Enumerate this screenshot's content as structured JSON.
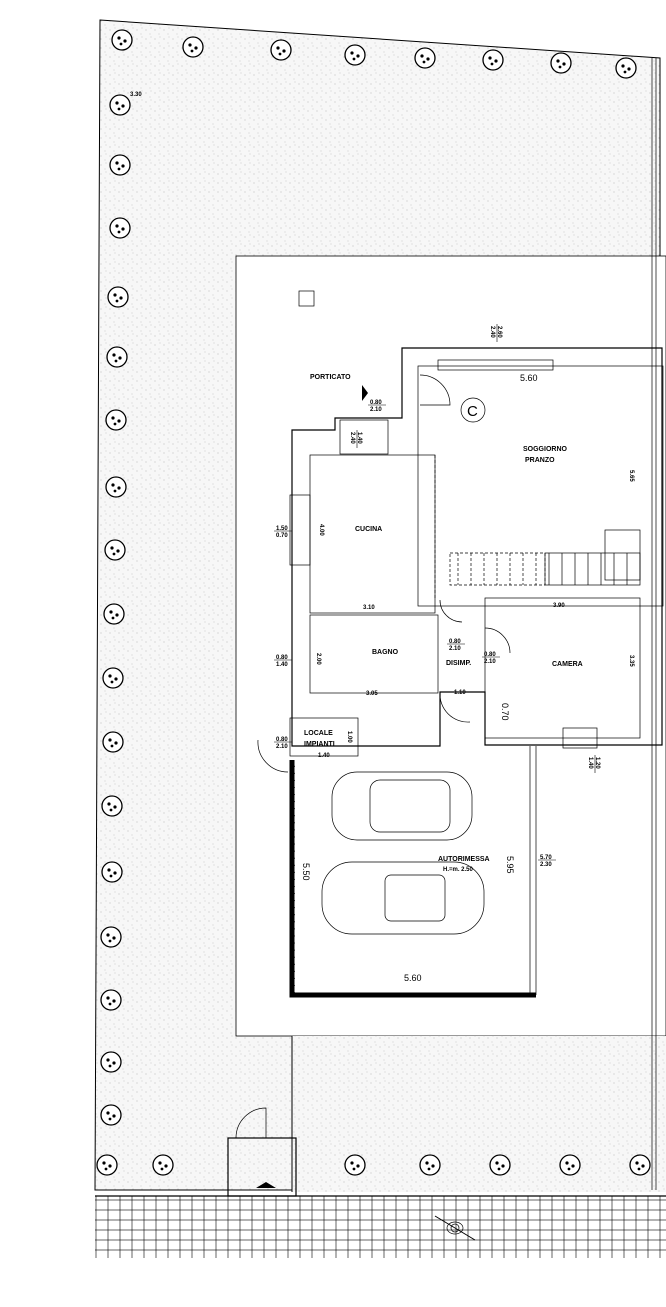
{
  "plan": {
    "rooms": {
      "porticato": "PORTICATO",
      "unit_letter": "C",
      "soggiorno_1": "SOGGIORNO",
      "soggiorno_2": "PRANZO",
      "cucina": "CUCINA",
      "bagno": "BAGNO",
      "disimp": "DISIMP.",
      "camera": "CAMERA",
      "locale_1": "LOCALE",
      "locale_2": "IMPIANTI",
      "autorimessa": "AUTORIMESSA",
      "autorimessa_h": "H.=m. 2.50"
    },
    "dimensions": {
      "garden_corner": "3.30",
      "soggiorno_width": "5.60",
      "soggiorno_depth": "5.65",
      "cucina_width": "3.10",
      "cucina_depth": "4.00",
      "camera_width": "3.90",
      "camera_depth": "3.35",
      "bagno_width": "3.05",
      "bagno_depth": "2.00",
      "disimp_width": "1.10",
      "disimp_depth": "0.70",
      "locale_width": "1.40",
      "locale_depth": "1.00",
      "garage_depth_left": "5.50",
      "garage_depth_right": "5.95",
      "garage_width": "5.60"
    },
    "openings": [
      {
        "top": "2.60",
        "bottom": "2.40"
      },
      {
        "top": "0.80",
        "bottom": "2.10"
      },
      {
        "top": "1.40",
        "bottom": "2.40"
      },
      {
        "top": "1.50",
        "bottom": "0.70"
      },
      {
        "top": "0.80",
        "bottom": "2.10"
      },
      {
        "top": "0.80",
        "bottom": "2.10"
      },
      {
        "top": "0.80",
        "bottom": "1.40"
      },
      {
        "top": "0.80",
        "bottom": "2.10"
      },
      {
        "top": "5.70",
        "bottom": "2.30"
      },
      {
        "top": "1.20",
        "bottom": "1.40"
      }
    ]
  }
}
